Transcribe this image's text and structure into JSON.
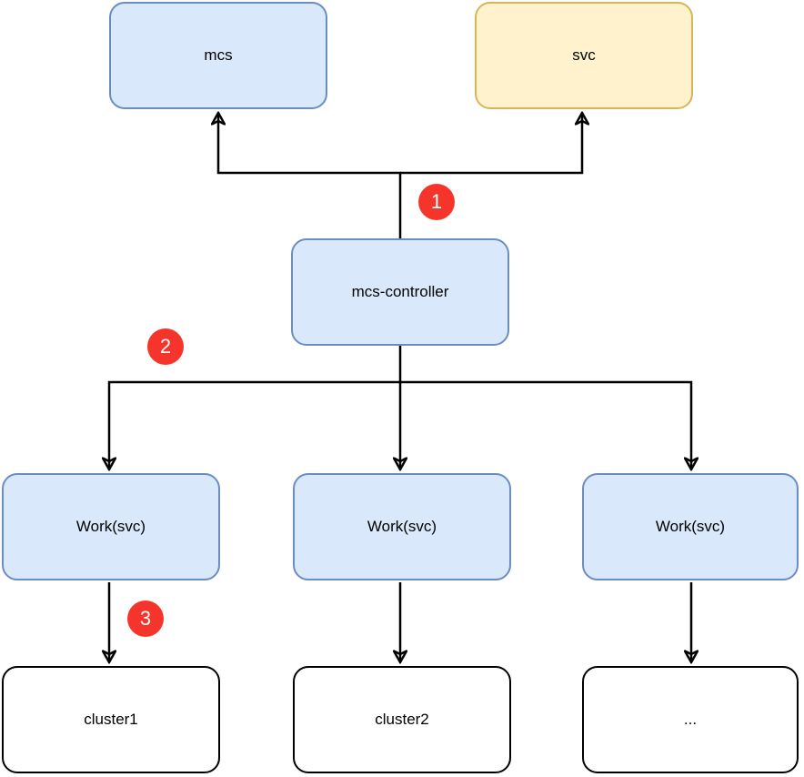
{
  "diagram": {
    "nodes": {
      "mcs": {
        "label": "mcs",
        "style": "blue"
      },
      "svc": {
        "label": "svc",
        "style": "yellow"
      },
      "controller": {
        "label": "mcs-controller",
        "style": "blue"
      },
      "work1": {
        "label": "Work(svc)",
        "style": "blue"
      },
      "work2": {
        "label": "Work(svc)",
        "style": "blue"
      },
      "work3": {
        "label": "Work(svc)",
        "style": "blue"
      },
      "cluster1": {
        "label": "cluster1",
        "style": "plain"
      },
      "cluster2": {
        "label": "cluster2",
        "style": "plain"
      },
      "cluster3": {
        "label": "...",
        "style": "plain"
      }
    },
    "badges": {
      "step1": {
        "label": "1"
      },
      "step2": {
        "label": "2"
      },
      "step3": {
        "label": "3"
      }
    },
    "colors": {
      "blue_fill": "#dae8fc",
      "blue_border": "#6c8ebf",
      "yellow_fill": "#fff2cc",
      "yellow_border": "#d6b656",
      "plain_fill": "#ffffff",
      "plain_border": "#000000",
      "badge_red": "#f5352c",
      "badge_text": "#ffffff",
      "arrow": "#000000",
      "label_text": "#000000",
      "background": "#ffffff"
    }
  }
}
